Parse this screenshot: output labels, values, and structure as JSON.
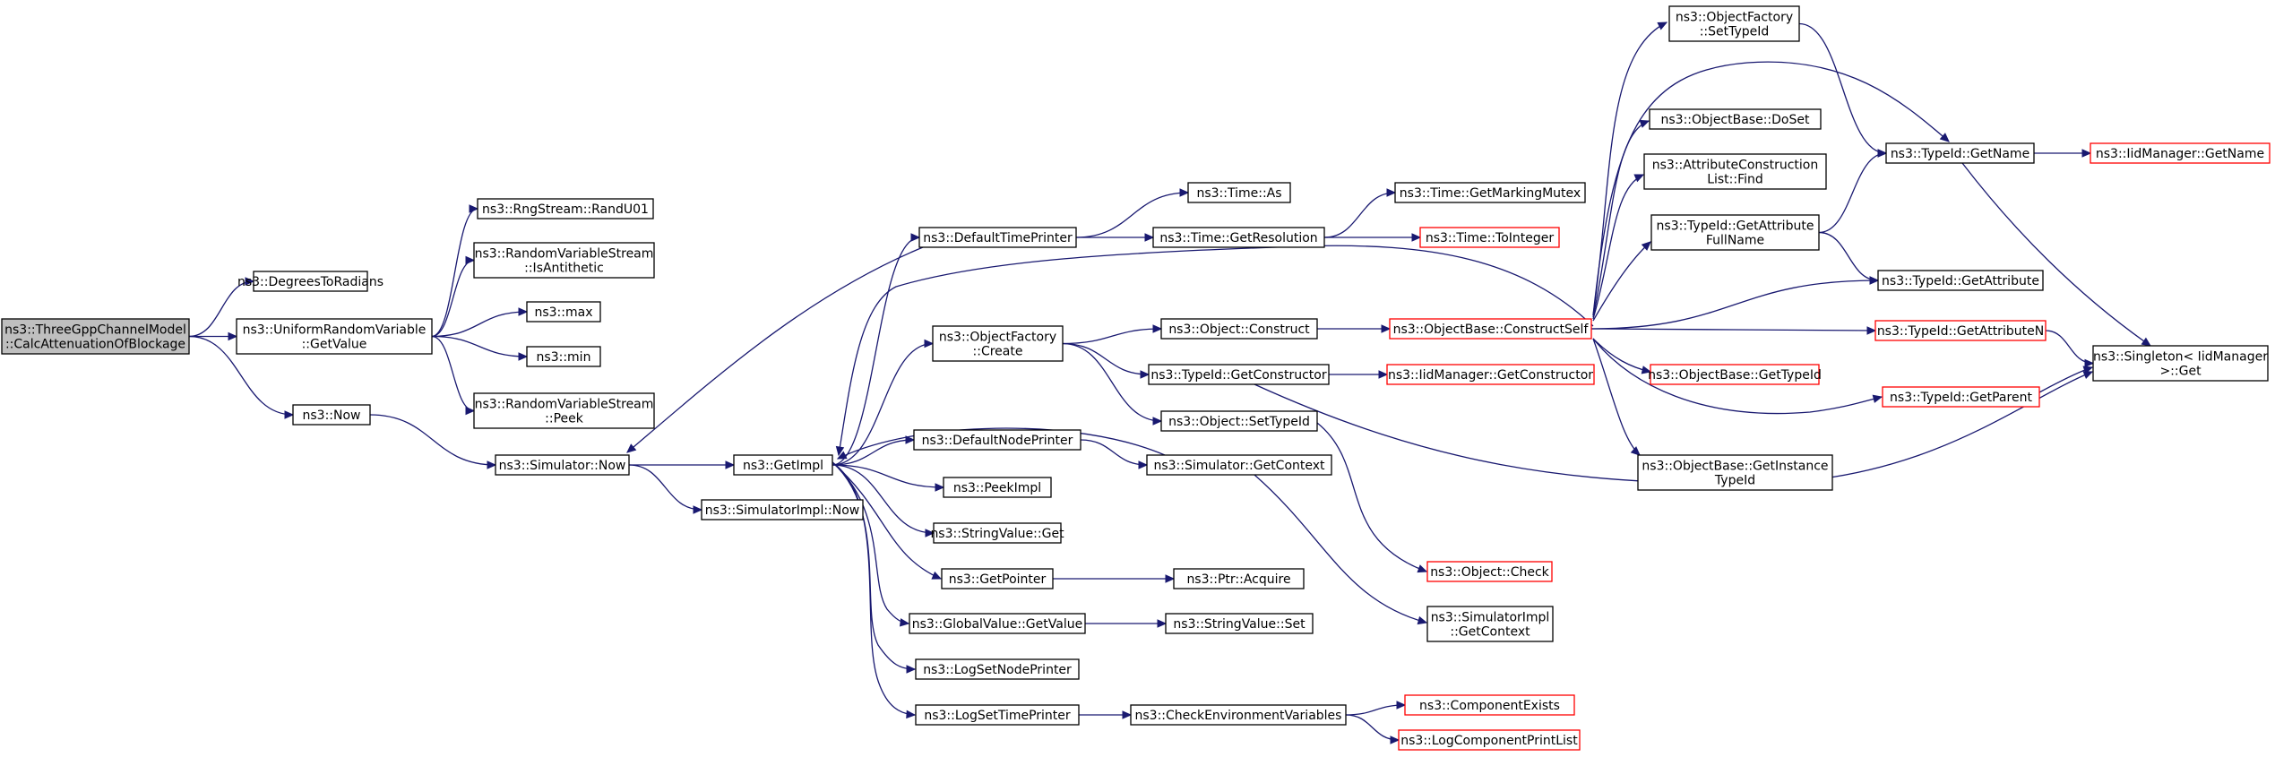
{
  "graph": {
    "nodes": [
      {
        "id": "root",
        "lines": [
          "ns3::ThreeGppChannelModel",
          "::CalcAttenuationOfBlockage"
        ],
        "style": "root"
      },
      {
        "id": "degToRad",
        "lines": [
          "ns3::DegreesToRadians"
        ],
        "style": "normal"
      },
      {
        "id": "urvGetValue",
        "lines": [
          "ns3::UniformRandomVariable",
          "::GetValue"
        ],
        "style": "normal"
      },
      {
        "id": "now",
        "lines": [
          "ns3::Now"
        ],
        "style": "normal"
      },
      {
        "id": "randU01",
        "lines": [
          "ns3::RngStream::RandU01"
        ],
        "style": "normal"
      },
      {
        "id": "isAntithetic",
        "lines": [
          "ns3::RandomVariableStream",
          "::IsAntithetic"
        ],
        "style": "normal"
      },
      {
        "id": "max",
        "lines": [
          "ns3::max"
        ],
        "style": "normal"
      },
      {
        "id": "min",
        "lines": [
          "ns3::min"
        ],
        "style": "normal"
      },
      {
        "id": "peek",
        "lines": [
          "ns3::RandomVariableStream",
          "::Peek"
        ],
        "style": "normal"
      },
      {
        "id": "simNow",
        "lines": [
          "ns3::Simulator::Now"
        ],
        "style": "normal"
      },
      {
        "id": "getImpl",
        "lines": [
          "ns3::GetImpl"
        ],
        "style": "normal"
      },
      {
        "id": "simImplNow",
        "lines": [
          "ns3::SimulatorImpl::Now"
        ],
        "style": "normal"
      },
      {
        "id": "defTimePrinter",
        "lines": [
          "ns3::DefaultTimePrinter"
        ],
        "style": "normal"
      },
      {
        "id": "objFactCreate",
        "lines": [
          "ns3::ObjectFactory",
          "::Create"
        ],
        "style": "normal"
      },
      {
        "id": "defNodePrinter",
        "lines": [
          "ns3::DefaultNodePrinter"
        ],
        "style": "normal"
      },
      {
        "id": "peekImpl",
        "lines": [
          "ns3::PeekImpl"
        ],
        "style": "normal"
      },
      {
        "id": "stringValueGet",
        "lines": [
          "ns3::StringValue::Get"
        ],
        "style": "normal"
      },
      {
        "id": "getPointer",
        "lines": [
          "ns3::GetPointer"
        ],
        "style": "normal"
      },
      {
        "id": "gvGetValue",
        "lines": [
          "ns3::GlobalValue::GetValue"
        ],
        "style": "normal"
      },
      {
        "id": "logSetNodePrinter",
        "lines": [
          "ns3::LogSetNodePrinter"
        ],
        "style": "normal"
      },
      {
        "id": "logSetTimePrinter",
        "lines": [
          "ns3::LogSetTimePrinter"
        ],
        "style": "normal"
      },
      {
        "id": "timeAs",
        "lines": [
          "ns3::Time::As"
        ],
        "style": "normal"
      },
      {
        "id": "timeGetRes",
        "lines": [
          "ns3::Time::GetResolution"
        ],
        "style": "normal"
      },
      {
        "id": "objConstruct",
        "lines": [
          "ns3::Object::Construct"
        ],
        "style": "normal"
      },
      {
        "id": "tidGetCtor",
        "lines": [
          "ns3::TypeId::GetConstructor"
        ],
        "style": "normal"
      },
      {
        "id": "objSetTypeId",
        "lines": [
          "ns3::Object::SetTypeId"
        ],
        "style": "normal"
      },
      {
        "id": "simGetContext",
        "lines": [
          "ns3::Simulator::GetContext"
        ],
        "style": "normal"
      },
      {
        "id": "ptrAcquire",
        "lines": [
          "ns3::Ptr::Acquire"
        ],
        "style": "normal"
      },
      {
        "id": "stringValueSet",
        "lines": [
          "ns3::StringValue::Set"
        ],
        "style": "normal"
      },
      {
        "id": "checkEnv",
        "lines": [
          "ns3::CheckEnvironmentVariables"
        ],
        "style": "normal"
      },
      {
        "id": "timeGetMarkingMutex",
        "lines": [
          "ns3::Time::GetMarkingMutex"
        ],
        "style": "normal"
      },
      {
        "id": "timeToInteger",
        "lines": [
          "ns3::Time::ToInteger"
        ],
        "style": "red"
      },
      {
        "id": "obConstructSelf",
        "lines": [
          "ns3::ObjectBase::ConstructSelf"
        ],
        "style": "red"
      },
      {
        "id": "iidGetCtor",
        "lines": [
          "ns3::IidManager::GetConstructor"
        ],
        "style": "red"
      },
      {
        "id": "objCheck",
        "lines": [
          "ns3::Object::Check"
        ],
        "style": "red"
      },
      {
        "id": "simImplGetContext",
        "lines": [
          "ns3::SimulatorImpl",
          "::GetContext"
        ],
        "style": "normal"
      },
      {
        "id": "componentExists",
        "lines": [
          "ns3::ComponentExists"
        ],
        "style": "red"
      },
      {
        "id": "logCompPrintList",
        "lines": [
          "ns3::LogComponentPrintList"
        ],
        "style": "red"
      },
      {
        "id": "objFactSetTypeId",
        "lines": [
          "ns3::ObjectFactory",
          "::SetTypeId"
        ],
        "style": "normal"
      },
      {
        "id": "obDoSet",
        "lines": [
          "ns3::ObjectBase::DoSet"
        ],
        "style": "normal"
      },
      {
        "id": "attrConstrFind",
        "lines": [
          "ns3::AttributeConstruction",
          "List::Find"
        ],
        "style": "normal"
      },
      {
        "id": "tidGetAttrFullName",
        "lines": [
          "ns3::TypeId::GetAttribute",
          "FullName"
        ],
        "style": "normal"
      },
      {
        "id": "obGetTypeId",
        "lines": [
          "ns3::ObjectBase::GetTypeId"
        ],
        "style": "red"
      },
      {
        "id": "obGetInstTypeId",
        "lines": [
          "ns3::ObjectBase::GetInstance",
          "TypeId"
        ],
        "style": "normal"
      },
      {
        "id": "tidGetName",
        "lines": [
          "ns3::TypeId::GetName"
        ],
        "style": "normal"
      },
      {
        "id": "tidGetAttribute",
        "lines": [
          "ns3::TypeId::GetAttribute"
        ],
        "style": "normal"
      },
      {
        "id": "tidGetAttributeN",
        "lines": [
          "ns3::TypeId::GetAttributeN"
        ],
        "style": "red"
      },
      {
        "id": "tidGetParent",
        "lines": [
          "ns3::TypeId::GetParent"
        ],
        "style": "red"
      },
      {
        "id": "iidGetName",
        "lines": [
          "ns3::IidManager::GetName"
        ],
        "style": "red"
      },
      {
        "id": "singletonGet",
        "lines": [
          "ns3::Singleton< IidManager",
          ">::Get"
        ],
        "style": "normal"
      }
    ],
    "edges": [
      [
        "root",
        "degToRad"
      ],
      [
        "root",
        "urvGetValue"
      ],
      [
        "root",
        "now"
      ],
      [
        "urvGetValue",
        "randU01"
      ],
      [
        "urvGetValue",
        "isAntithetic"
      ],
      [
        "urvGetValue",
        "max"
      ],
      [
        "urvGetValue",
        "min"
      ],
      [
        "urvGetValue",
        "peek"
      ],
      [
        "now",
        "simNow"
      ],
      [
        "simNow",
        "getImpl"
      ],
      [
        "simNow",
        "simImplNow"
      ],
      [
        "getImpl",
        "defTimePrinter"
      ],
      [
        "getImpl",
        "objFactCreate"
      ],
      [
        "getImpl",
        "defNodePrinter"
      ],
      [
        "getImpl",
        "peekImpl"
      ],
      [
        "getImpl",
        "stringValueGet"
      ],
      [
        "getImpl",
        "getPointer"
      ],
      [
        "getImpl",
        "gvGetValue"
      ],
      [
        "getImpl",
        "logSetNodePrinter"
      ],
      [
        "getImpl",
        "logSetTimePrinter"
      ],
      [
        "defTimePrinter",
        "simNow"
      ],
      [
        "defTimePrinter",
        "timeAs"
      ],
      [
        "defTimePrinter",
        "timeGetRes"
      ],
      [
        "timeGetRes",
        "timeGetMarkingMutex"
      ],
      [
        "timeGetRes",
        "timeToInteger"
      ],
      [
        "objFactCreate",
        "objConstruct"
      ],
      [
        "objFactCreate",
        "tidGetCtor"
      ],
      [
        "objFactCreate",
        "objSetTypeId"
      ],
      [
        "objConstruct",
        "obConstructSelf"
      ],
      [
        "tidGetCtor",
        "iidGetCtor"
      ],
      [
        "tidGetCtor",
        "singletonGet"
      ],
      [
        "objSetTypeId",
        "objCheck"
      ],
      [
        "defNodePrinter",
        "simGetContext"
      ],
      [
        "simGetContext",
        "getImpl"
      ],
      [
        "simGetContext",
        "simImplGetContext"
      ],
      [
        "getPointer",
        "ptrAcquire"
      ],
      [
        "gvGetValue",
        "stringValueSet"
      ],
      [
        "logSetTimePrinter",
        "checkEnv"
      ],
      [
        "checkEnv",
        "componentExists"
      ],
      [
        "checkEnv",
        "logCompPrintList"
      ],
      [
        "obConstructSelf",
        "getImpl"
      ],
      [
        "obConstructSelf",
        "objFactSetTypeId"
      ],
      [
        "obConstructSelf",
        "tidGetName"
      ],
      [
        "obConstructSelf",
        "obDoSet"
      ],
      [
        "obConstructSelf",
        "attrConstrFind"
      ],
      [
        "obConstructSelf",
        "tidGetAttrFullName"
      ],
      [
        "obConstructSelf",
        "tidGetAttribute"
      ],
      [
        "obConstructSelf",
        "tidGetAttributeN"
      ],
      [
        "obConstructSelf",
        "obGetTypeId"
      ],
      [
        "obConstructSelf",
        "tidGetParent"
      ],
      [
        "obConstructSelf",
        "obGetInstTypeId"
      ],
      [
        "objFactSetTypeId",
        "tidGetName"
      ],
      [
        "tidGetAttrFullName",
        "tidGetName"
      ],
      [
        "tidGetAttrFullName",
        "tidGetAttribute"
      ],
      [
        "tidGetName",
        "iidGetName"
      ],
      [
        "tidGetName",
        "singletonGet"
      ],
      [
        "tidGetAttributeN",
        "singletonGet"
      ],
      [
        "tidGetParent",
        "singletonGet"
      ]
    ]
  }
}
